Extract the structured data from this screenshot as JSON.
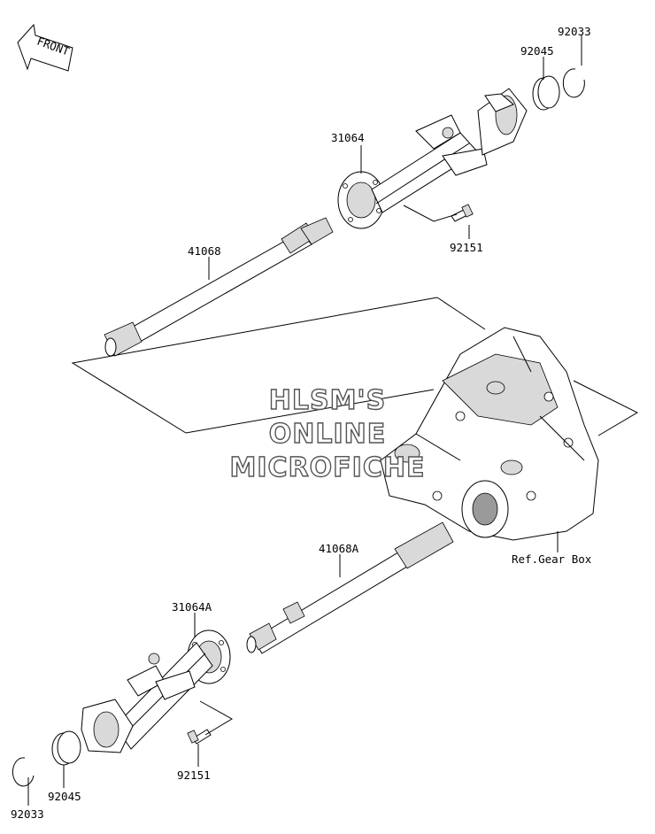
{
  "front_arrow": {
    "text": "FRONT"
  },
  "labels": {
    "upper_clip": "92033",
    "upper_bearing": "92045",
    "upper_housing": "31064",
    "upper_bolt": "92151",
    "upper_axle": "41068",
    "lower_axle": "41068A",
    "ref_gear_box": "Ref.Gear Box",
    "lower_housing": "31064A",
    "lower_bolt": "92151",
    "lower_bearing": "92045",
    "lower_clip": "92033"
  },
  "watermark": {
    "line1": "HLSM'S",
    "line2": "ONLINE",
    "line3": "MICROFICHE"
  }
}
